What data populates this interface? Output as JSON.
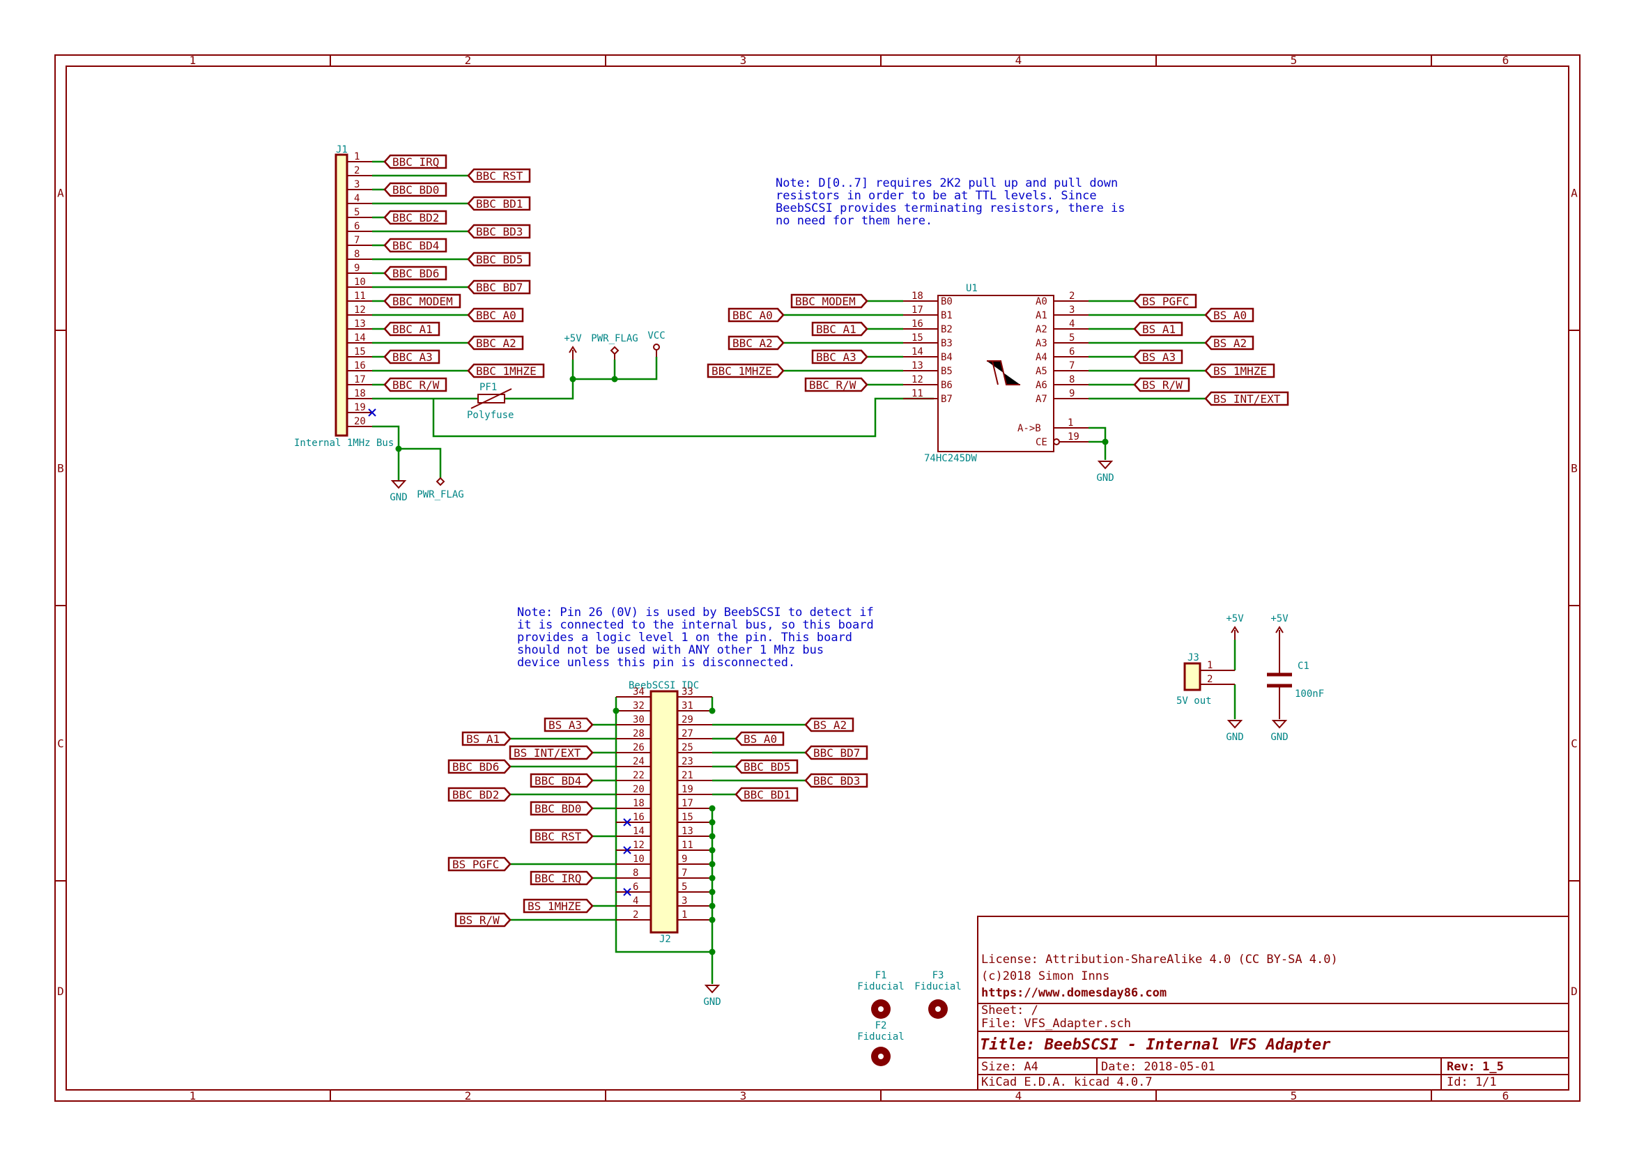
{
  "frame": {
    "columns": [
      "1",
      "2",
      "3",
      "4",
      "5",
      "6"
    ],
    "rows": [
      "A",
      "B",
      "C",
      "D"
    ]
  },
  "notes": {
    "ttl": [
      "Note: D[0..7] requires 2K2 pull up and pull down",
      "resistors in order to be at TTL levels.  Since",
      "BeebSCSI provides terminating resistors, there is",
      "no need for them here."
    ],
    "pin26": [
      "Note: Pin 26 (0V) is used by BeebSCSI to detect if",
      "it is connected to the internal bus, so this board",
      "provides a logic level 1 on the pin.  This board",
      "should not be used with ANY other 1 Mhz bus",
      "device unless this pin is disconnected."
    ]
  },
  "j1": {
    "ref": "J1",
    "value": "Internal 1MHz Bus",
    "pins": [
      "1",
      "2",
      "3",
      "4",
      "5",
      "6",
      "7",
      "8",
      "9",
      "10",
      "11",
      "12",
      "13",
      "14",
      "15",
      "16",
      "17",
      "18",
      "19",
      "20"
    ],
    "labels": [
      "BBC_IRQ",
      "BBC_RST",
      "BBC_BD0",
      "BBC_BD1",
      "BBC_BD2",
      "BBC_BD3",
      "BBC_BD4",
      "BBC_BD5",
      "BBC_BD6",
      "BBC_BD7",
      "BBC_MODEM",
      "BBC_A0",
      "BBC_A1",
      "BBC_A2",
      "BBC_A3",
      "BBC_1MHZE",
      "BBC_R/W"
    ]
  },
  "u1": {
    "ref": "U1",
    "value": "74HC245DW",
    "b_pins": [
      {
        "name": "B0",
        "num": "18",
        "label": "BBC_MODEM"
      },
      {
        "name": "B1",
        "num": "17",
        "label": "BBC_A0"
      },
      {
        "name": "B2",
        "num": "16",
        "label": "BBC_A1"
      },
      {
        "name": "B3",
        "num": "15",
        "label": "BBC_A2"
      },
      {
        "name": "B4",
        "num": "14",
        "label": "BBC_A3"
      },
      {
        "name": "B5",
        "num": "13",
        "label": "BBC_1MHZE"
      },
      {
        "name": "B6",
        "num": "12",
        "label": "BBC_R/W"
      },
      {
        "name": "B7",
        "num": "11",
        "label": ""
      }
    ],
    "a_pins": [
      {
        "name": "A0",
        "num": "2",
        "label": "BS_PGFC"
      },
      {
        "name": "A1",
        "num": "3",
        "label": "BS_A0"
      },
      {
        "name": "A2",
        "num": "4",
        "label": "BS_A1"
      },
      {
        "name": "A3",
        "num": "5",
        "label": "BS_A2"
      },
      {
        "name": "A4",
        "num": "6",
        "label": "BS_A3"
      },
      {
        "name": "A5",
        "num": "7",
        "label": "BS_1MHZE"
      },
      {
        "name": "A6",
        "num": "8",
        "label": "BS_R/W"
      },
      {
        "name": "A7",
        "num": "9",
        "label": "BS_INT/EXT"
      }
    ],
    "ctl_pins": [
      {
        "name": "A->B",
        "num": "1"
      },
      {
        "name": "CE",
        "num": "19"
      }
    ]
  },
  "pf1": {
    "ref": "PF1",
    "value": "Polyfuse"
  },
  "power": {
    "p5v": "+5V",
    "pwr_flag": "PWR_FLAG",
    "vcc": "VCC",
    "gnd": "GND"
  },
  "j2": {
    "ref": "J2",
    "value": "BeebSCSI IDC",
    "left_pins": [
      "34",
      "32",
      "30",
      "28",
      "26",
      "24",
      "22",
      "20",
      "18",
      "16",
      "14",
      "12",
      "10",
      "8",
      "6",
      "4",
      "2"
    ],
    "right_pins": [
      "33",
      "31",
      "29",
      "27",
      "25",
      "23",
      "21",
      "19",
      "17",
      "15",
      "13",
      "11",
      "9",
      "7",
      "5",
      "3",
      "1"
    ],
    "left_labels": [
      "BS_A3",
      "BS_A1",
      "BS_INT/EXT",
      "BBC_BD6",
      "BBC_BD4",
      "BBC_BD2",
      "BBC_BD0",
      "BBC_RST",
      "BS_PGFC",
      "BBC_IRQ",
      "BS_1MHZE",
      "BS_R/W"
    ],
    "right_labels": [
      "BS_A2",
      "BS_A0",
      "BBC_BD7",
      "BBC_BD5",
      "BBC_BD3",
      "BBC_BD1"
    ]
  },
  "j3": {
    "ref": "J3",
    "value": "5V out",
    "pins": [
      "1",
      "2"
    ]
  },
  "c1": {
    "ref": "C1",
    "value": "100nF"
  },
  "fiducials": [
    {
      "ref": "F1",
      "value": "Fiducial"
    },
    {
      "ref": "F2",
      "value": "Fiducial"
    },
    {
      "ref": "F3",
      "value": "Fiducial"
    }
  ],
  "title_block": {
    "license": "License: Attribution-ShareAlike 4.0 (CC BY-SA 4.0)",
    "copyright": "(c)2018 Simon Inns",
    "url": "https://www.domesday86.com",
    "sheet": "Sheet: /",
    "file": "File: VFS_Adapter.sch",
    "title": "Title: BeebSCSI - Internal VFS Adapter",
    "size": "Size: A4",
    "date": "Date: 2018-05-01",
    "rev": "Rev: 1_5",
    "tool": "KiCad E.D.A.  kicad 4.0.7",
    "id": "Id: 1/1"
  }
}
